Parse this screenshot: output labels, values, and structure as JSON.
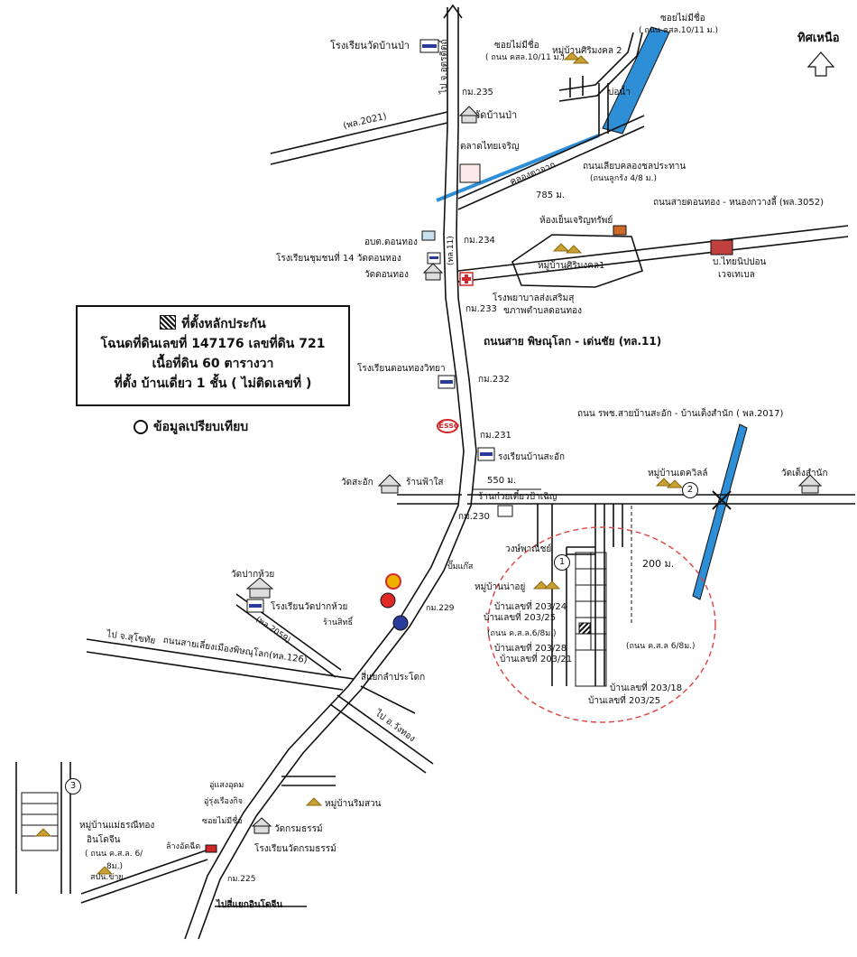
{
  "north": {
    "label": "ทิศเหนือ"
  },
  "info_box": {
    "title": "ที่ตั้งหลักประกัน",
    "line1": "โฉนดที่ดินเลขที่ 147176 เลขที่ดิน 721",
    "line2": "เนื้อที่ดิน 60 ตารางวา",
    "line3": "ที่ตั้ง บ้านเดี่ยว 1 ชั้น ( ไม่ติดเลขที่ )"
  },
  "legend": {
    "comparison": "ข้อมูลเปรียบเทียบ"
  },
  "markers": {
    "m1": "1",
    "m2": "2",
    "m3": "3"
  },
  "colors": {
    "road": "#111111",
    "water": "#2f8fd6",
    "dashed_circle": "#e04040",
    "flag_red": "#d0282a",
    "flag_blue": "#2a3b9a",
    "house": "#c9a033"
  },
  "labels": {
    "school_ban_pa": "โรงเรียนวัดบ้านป่า",
    "to_uttaradit": "ไป จ.อุตรดิตถ์",
    "km235": "กม.235",
    "wat_ban_pa": "วัดบ้านป่า",
    "pl2021": "(พล.2021)",
    "talad": "ตลาดไทยเจริญ",
    "soi_top": "ซอยไม่มีชื่อ",
    "soi_top_road": "( ถนน คสล.10/11 ม.)",
    "soi_mid": "ซอยไม่มีชื่อ",
    "soi_mid_road": "( ถนน คสล.10/11 ม.)",
    "village_srimongkol2": "หมู่บ้านศิริมงคล 2",
    "pond": "บ่อน้ำ",
    "canal": "คลองตาจาก",
    "road_canal": "ถนนเลียบคลองชลประทาน",
    "road_canal_sub": "(ถนนลูกรัง 4/8 ม.)",
    "dist785": "785 ม.",
    "road_3052": "ถนนสายดอนทอง - หนองกวางลี้ (พล.3052)",
    "cold_store": "ห้องเย็นเจริญทรัพย์",
    "factory": "บ.ไทยนิปปอน",
    "factory2": "เวจเทเบล",
    "village_srimongkol1": "หมู่บ้านศิริมงคล1",
    "obt": "อบต.ดอนทอง",
    "km234": "กม.234",
    "school_14": "โรงเรียนชุมชนที่ 14 วัดดอนทอง",
    "tl11_vert": "(ทล.11)",
    "wat_donthong": "วัดดอนทอง",
    "hospital": "โรงพยาบาลส่งเสริมสุ",
    "hospital2": "ขภาพตำบลดอนทอง",
    "km233": "กม.233",
    "road_phitsanulok": "ถนนสาย พิษณุโลก - เด่นชัย (ทล.11)",
    "school_donthong": "โรงเรียนดอนทองวิทยา",
    "km232": "กม.232",
    "km231": "กม.231",
    "esso": "Esso",
    "road_2017": "ถนน รพช.สายบ้านสะอัก - บ้านเต็งสำนัก ( พล.2017)",
    "school_saak": "รงเรียนบ้านสะอัก",
    "wat_saak": "วัดสะอัก",
    "shop_fai": "ร้านฟ้าใส",
    "dist550": "550 ม.",
    "shop_noodle": "ร้านก๋วยเตี๋ยวป้าเฉิญ",
    "village_dcville": "หมู่บ้านเดควิลล์",
    "wat_teng": "วัดเต็งสำนัก",
    "km230": "กม.230",
    "wongpanit": "วงษ์พาณิชย์",
    "gas": "ปั๊มแก๊ส",
    "dist200": "200 ม.",
    "village_narayu": "หมู่บ้านน่าอยู่",
    "wat_pakhuai": "วัดปากห้วย",
    "school_pakhuai": "โรงเรียนวัดปากห้วย",
    "km229": "กม.229",
    "shop_sitthi": "ร้านสิทธิ์",
    "h20324": "บ้านเลขที่ 203/24",
    "h20325a": "บ้านเลขที่ 203/25",
    "road_6m": "(ถนน ค.ส.ล.6/8ม.)",
    "h20328": "บ้านเลขที่ 203/28",
    "h20321": "บ้านเลขที่ 203/21",
    "road_6m_right": "(ถนน ค.ส.ล 6/8ม.)",
    "h20318": "บ้านเลขที่ 203/18",
    "h20325b": "บ้านเลขที่ 203/25",
    "pl2059": "(พล.2059)",
    "to_sukhothai": "ไป จ.สุโขทัย",
    "road_bypass": "ถนนสายเลี่ยงเมืองพิษณุโลก(ทล.126)",
    "junction": "สี่แยกลำประโดก",
    "to_wangthong": "ไป อ.วังทอง",
    "garage": "อู่แสงอุดม",
    "garage2": "อู่รุ่งเรืองกิจ",
    "soi_nochamname": "ซอยไม่มีชื่อ",
    "village_rimsuan": "หมู่บ้านริมสวน",
    "village_maethong": "หมู่บ้านแม่ธรณีทอง",
    "indochina": "อินโดจีน",
    "road_6m_left": "( ถนน ค.ส.ล. 6/",
    "road_6m_left2": "8ม.)",
    "carwash": "ล้างอัดฉีด",
    "wat_krommatham": "วัดกรมธรรม์",
    "school_krommatham": "โรงเรียนวัดกรมธรรม์",
    "sapan_khai": "สปน.ข่าย",
    "km225": "กม.225",
    "to_indochina": "ไปสี่แยกอินโดจีน"
  }
}
